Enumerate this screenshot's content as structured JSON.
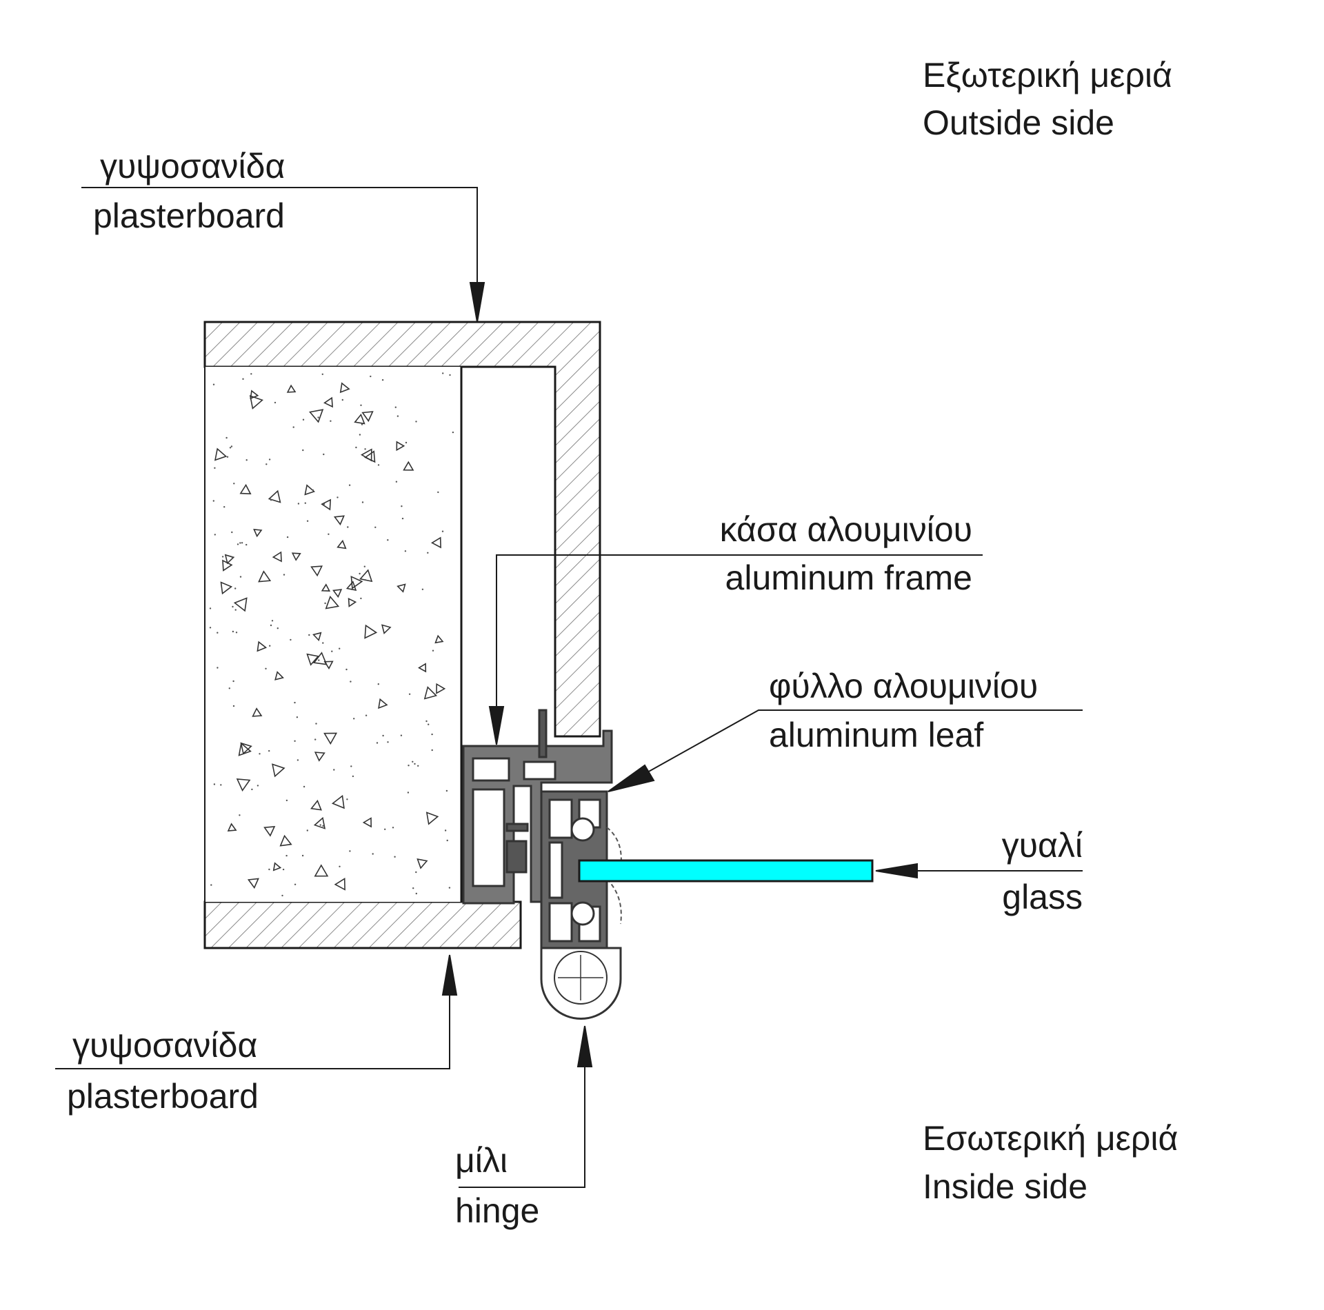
{
  "labels": {
    "outside_gr": "Εξωτερική μεριά",
    "outside_en": "Outside side",
    "inside_gr": "Εσωτερική μεριά",
    "inside_en": "Inside side",
    "plaster_top_gr": "γυψοσανίδα",
    "plaster_top_en": "plasterboard",
    "plaster_bottom_gr": "γυψοσανίδα",
    "plaster_bottom_en": "plasterboard",
    "frame_gr": "κάσα αλουμινίου",
    "frame_en": "aluminum frame",
    "leaf_gr": "φύλλο αλουμινίου",
    "leaf_en": "aluminum leaf",
    "glass_gr": "γυαλί",
    "glass_en": "glass",
    "hinge_gr": "μίλι",
    "hinge_en": "hinge"
  },
  "colors": {
    "glass": "#00ffff",
    "profile": "#555555",
    "line": "#1a1a1a",
    "hatch": "#8a8a8a"
  }
}
